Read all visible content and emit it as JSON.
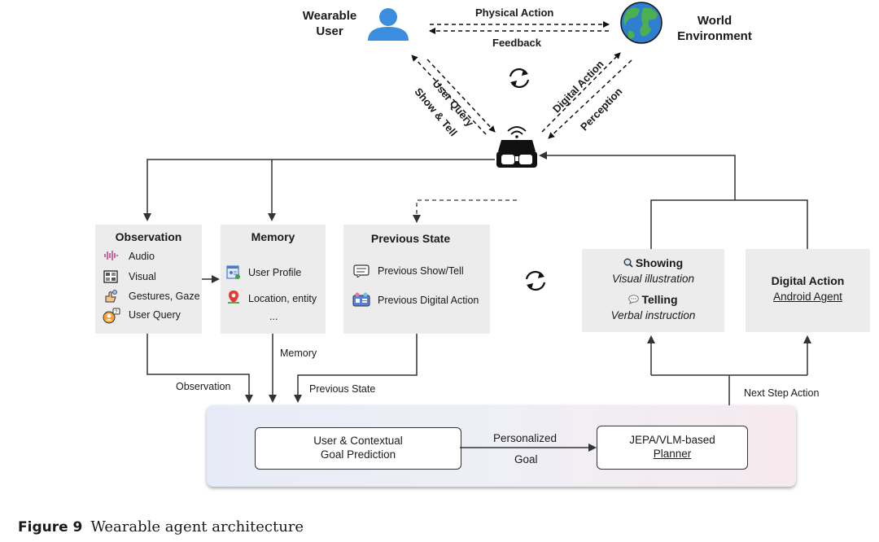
{
  "top": {
    "user_label_line1": "Wearable",
    "user_label_line2": "User",
    "world_label_line1": "World",
    "world_label_line2": "Environment",
    "physical_action": "Physical Action",
    "feedback": "Feedback",
    "user_query": "User Query",
    "show_tell": "Show & Tell",
    "digital_action": "Digital Action",
    "perception": "Perception"
  },
  "observation": {
    "title": "Observation",
    "items": [
      "Audio",
      "Visual",
      "Gestures, Gaze",
      "User Query"
    ]
  },
  "memory": {
    "title": "Memory",
    "items": [
      "User Profile",
      "Location, entity",
      "..."
    ]
  },
  "previous_state": {
    "title": "Previous State",
    "items": [
      "Previous Show/Tell",
      "Previous Digital Action"
    ]
  },
  "showing_telling": {
    "showing_title": "Showing",
    "showing_sub": "Visual illustration",
    "telling_title": "Telling",
    "telling_sub": "Verbal instruction"
  },
  "digital_action_box": {
    "title": "Digital Action",
    "sub": "Android Agent"
  },
  "flow_labels": {
    "observation": "Observation",
    "memory": "Memory",
    "previous_state": "Previous State",
    "next_step_action": "Next Step Action"
  },
  "planner": {
    "goal_line1": "User & Contextual",
    "goal_line2": "Goal Prediction",
    "personalized": "Personalized",
    "goal": "Goal",
    "planner_line1": "JEPA/VLM-based",
    "planner_line2": "Planner"
  },
  "caption": {
    "label": "Figure 9",
    "text": "Wearable agent architecture"
  },
  "colors": {
    "box_bg": "#ececec",
    "user_icon": "#3b8de0",
    "globe_ocean": "#2f7fd0",
    "globe_land": "#4caf50"
  }
}
